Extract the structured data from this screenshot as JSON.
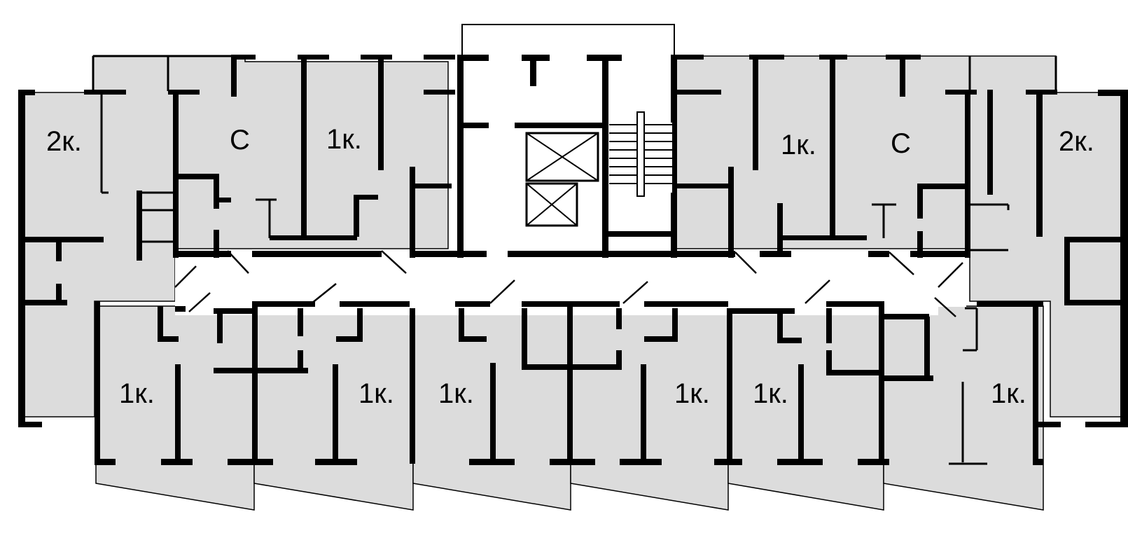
{
  "apartments": {
    "top_left_2k": "2к.",
    "top_left_studio": "С",
    "top_left_1k": "1к.",
    "top_right_1k": "1к.",
    "top_right_studio": "С",
    "top_right_2k": "2к.",
    "bottom_1": "1к.",
    "bottom_2": "1к.",
    "bottom_3": "1к.",
    "bottom_4": "1к.",
    "bottom_5": "1к.",
    "bottom_6": "1к."
  },
  "colors": {
    "apartment_fill": "#dcdcdc",
    "walls": "#000000",
    "corridor": "#ffffff"
  },
  "icons": [
    "elevator-icon",
    "elevator-icon",
    "staircase-icon"
  ]
}
